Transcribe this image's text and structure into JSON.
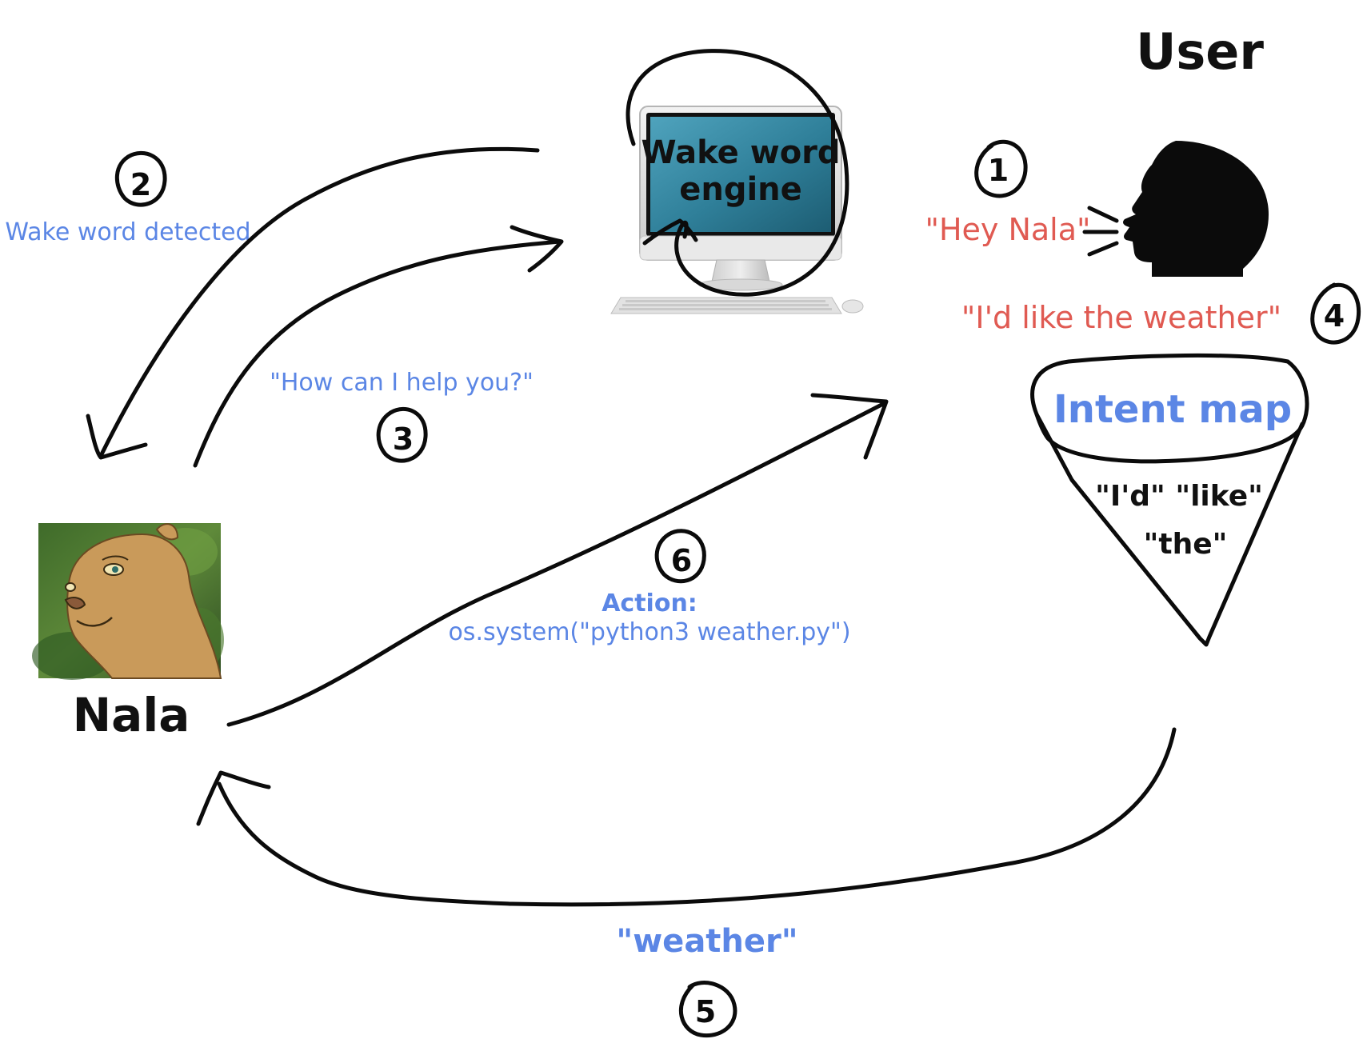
{
  "labels": {
    "user": "User",
    "nala": "Nala",
    "wake_word_line1": "Wake word",
    "wake_word_line2": "engine",
    "intent_map": "Intent map",
    "filter_words_line1": "\"I'd\" \"like\"",
    "filter_words_line2": "\"the\""
  },
  "steps": [
    {
      "number": "1",
      "text": "\"Hey Nala\""
    },
    {
      "number": "2",
      "text": "Wake word detected"
    },
    {
      "number": "3",
      "text": "\"How can I help you?\""
    },
    {
      "number": "4",
      "text": "\"I'd like the weather\""
    },
    {
      "number": "5",
      "text": "\"weather\""
    },
    {
      "number": "6",
      "text_line1": "Action:",
      "text_line2": "os.system(\"python3 weather.py\")"
    }
  ],
  "icons": {
    "computer": "desktop-computer-icon",
    "speaker": "speaking-head-icon",
    "nala_image": "lioness-portrait-image"
  },
  "colors": {
    "ink": "#0b0b0b",
    "blue": "#5b86e5",
    "red": "#e05a52",
    "screen": "#2f7f99"
  }
}
